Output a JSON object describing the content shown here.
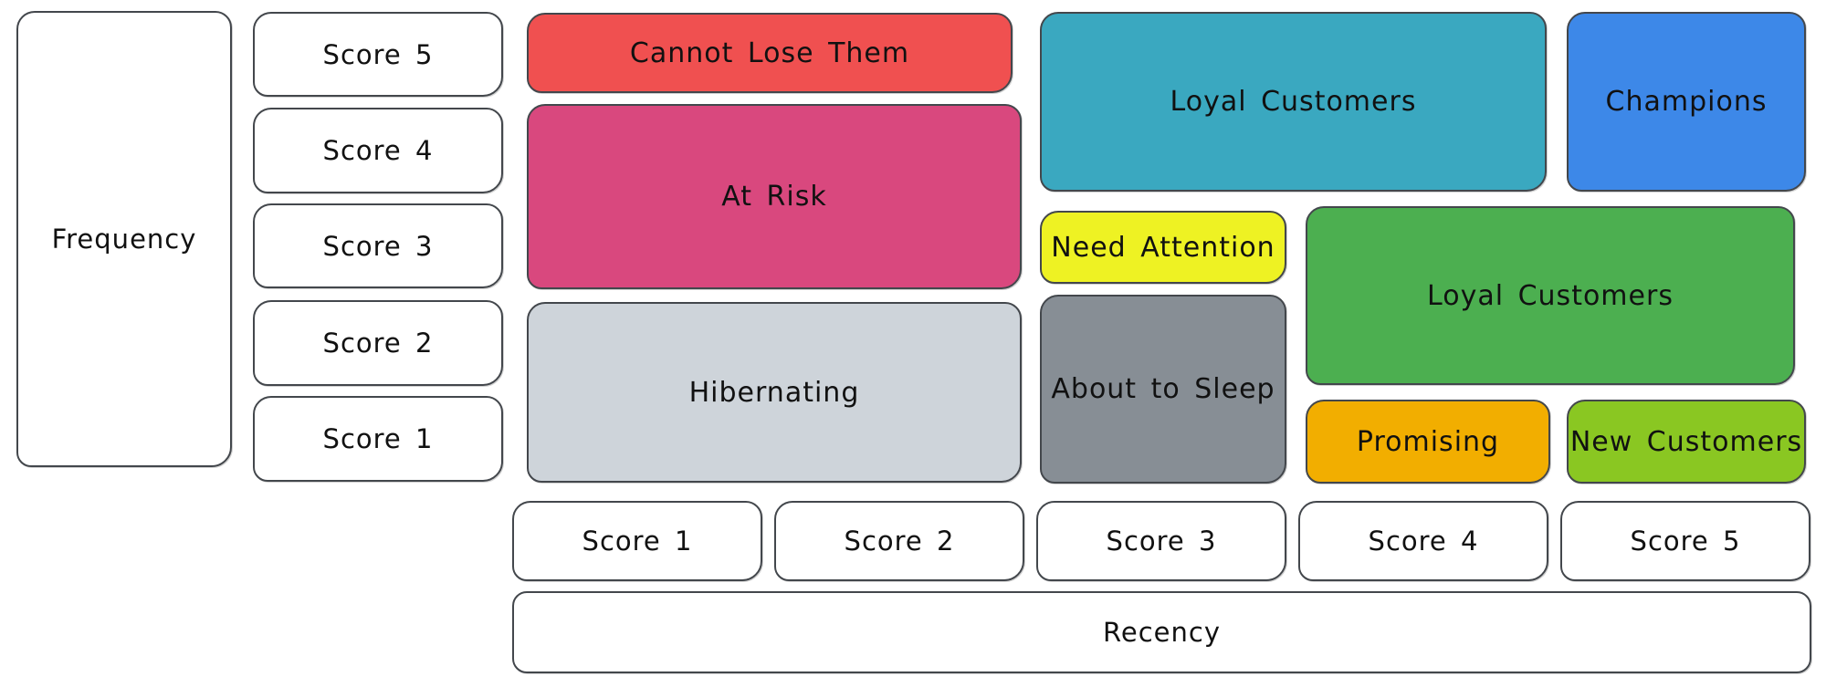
{
  "axes": {
    "frequency": {
      "label": "Frequency",
      "scores": [
        "Score 5",
        "Score 4",
        "Score 3",
        "Score 2",
        "Score 1"
      ]
    },
    "recency": {
      "label": "Recency",
      "scores": [
        "Score 1",
        "Score 2",
        "Score 3",
        "Score 4",
        "Score 5"
      ]
    }
  },
  "segments": [
    {
      "name": "cannot-lose-them",
      "label": "Cannot Lose Them",
      "color": "#f05050",
      "text_color": "#111111"
    },
    {
      "name": "at-risk",
      "label": "At Risk",
      "color": "#d9487e",
      "text_color": "#111111"
    },
    {
      "name": "hibernating",
      "label": "Hibernating",
      "color": "#ced4da",
      "text_color": "#111111"
    },
    {
      "name": "loyal-customers-top",
      "label": "Loyal Customers",
      "color": "#3aa8c0",
      "text_color": "#111111"
    },
    {
      "name": "champions",
      "label": "Champions",
      "color": "#3d88e8",
      "text_color": "#111111"
    },
    {
      "name": "need-attention",
      "label": "Need Attention",
      "color": "#eef223",
      "text_color": "#111111"
    },
    {
      "name": "loyal-customers-mid",
      "label": "Loyal Customers",
      "color": "#4caf50",
      "text_color": "#111111"
    },
    {
      "name": "about-to-sleep",
      "label": "About to Sleep",
      "color": "#878e95",
      "text_color": "#111111"
    },
    {
      "name": "promising",
      "label": "Promising",
      "color": "#f2ae00",
      "text_color": "#111111"
    },
    {
      "name": "new-customers",
      "label": "New Customers",
      "color": "#8ac722",
      "text_color": "#111111"
    }
  ],
  "style": {
    "background": "#ffffff",
    "stroke": "#43474c"
  }
}
